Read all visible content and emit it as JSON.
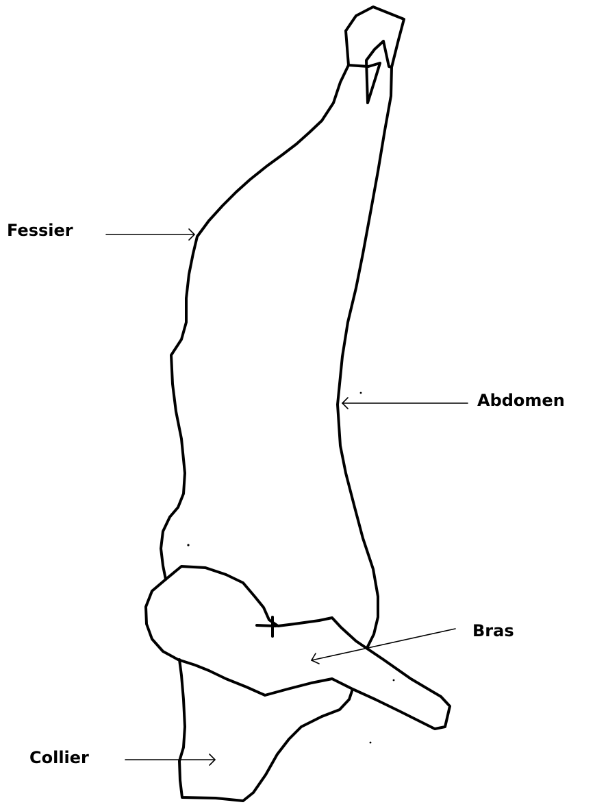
{
  "labels": {
    "fessier": "Fessier",
    "abdomen": "Abdomen",
    "bras": "Bras",
    "collier": "Collier"
  },
  "colors": {
    "stroke": "#000000",
    "background": "#ffffff"
  }
}
